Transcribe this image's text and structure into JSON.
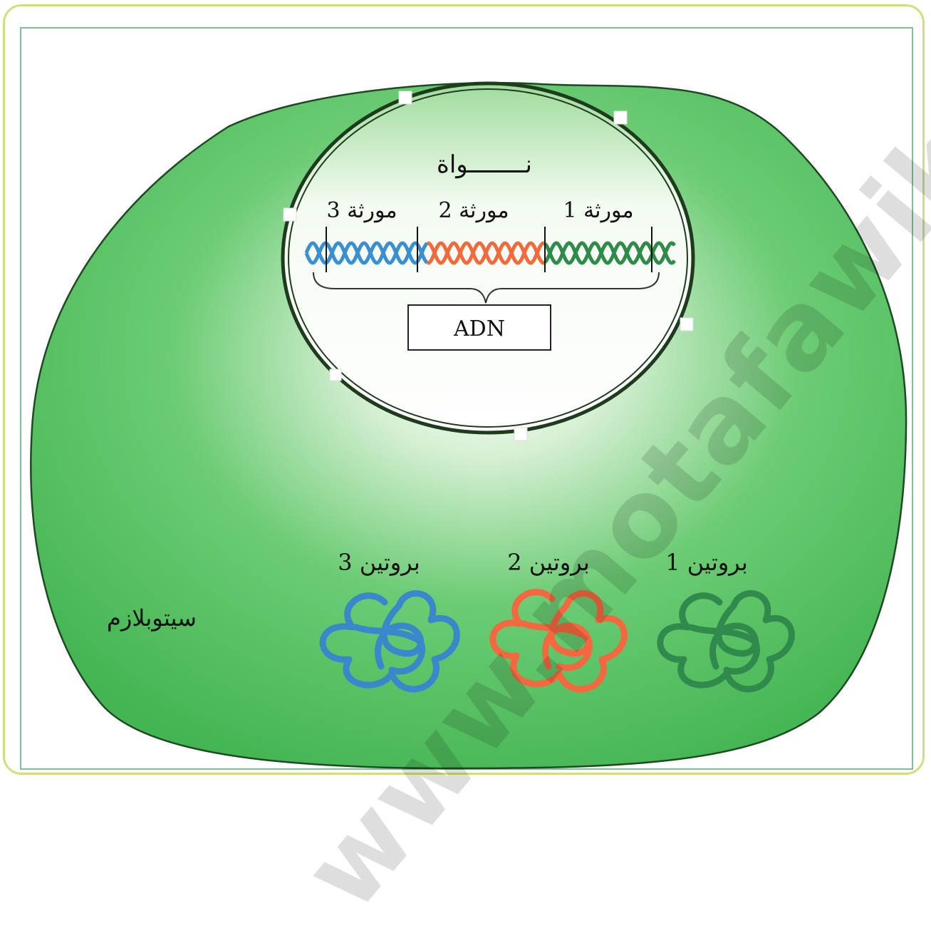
{
  "diagram": {
    "nucleus_label": "نــــــــواة",
    "genes": [
      {
        "label": "مورثة 1",
        "color": "#2e8b4a"
      },
      {
        "label": "مورثة 2",
        "color": "#f26a3c"
      },
      {
        "label": "مورثة 3",
        "color": "#3a8fd0"
      }
    ],
    "dna_label": "ADN",
    "proteins": [
      {
        "label": "بروتين 1",
        "color": "#2f8a4c"
      },
      {
        "label": "بروتين 2",
        "color": "#f3683f"
      },
      {
        "label": "بروتين 3",
        "color": "#3a87cc"
      }
    ],
    "cytoplasm_label": "سيتوبلازم",
    "cell_color": "#4cbf5a",
    "watermark": "www.motafawik.com"
  }
}
